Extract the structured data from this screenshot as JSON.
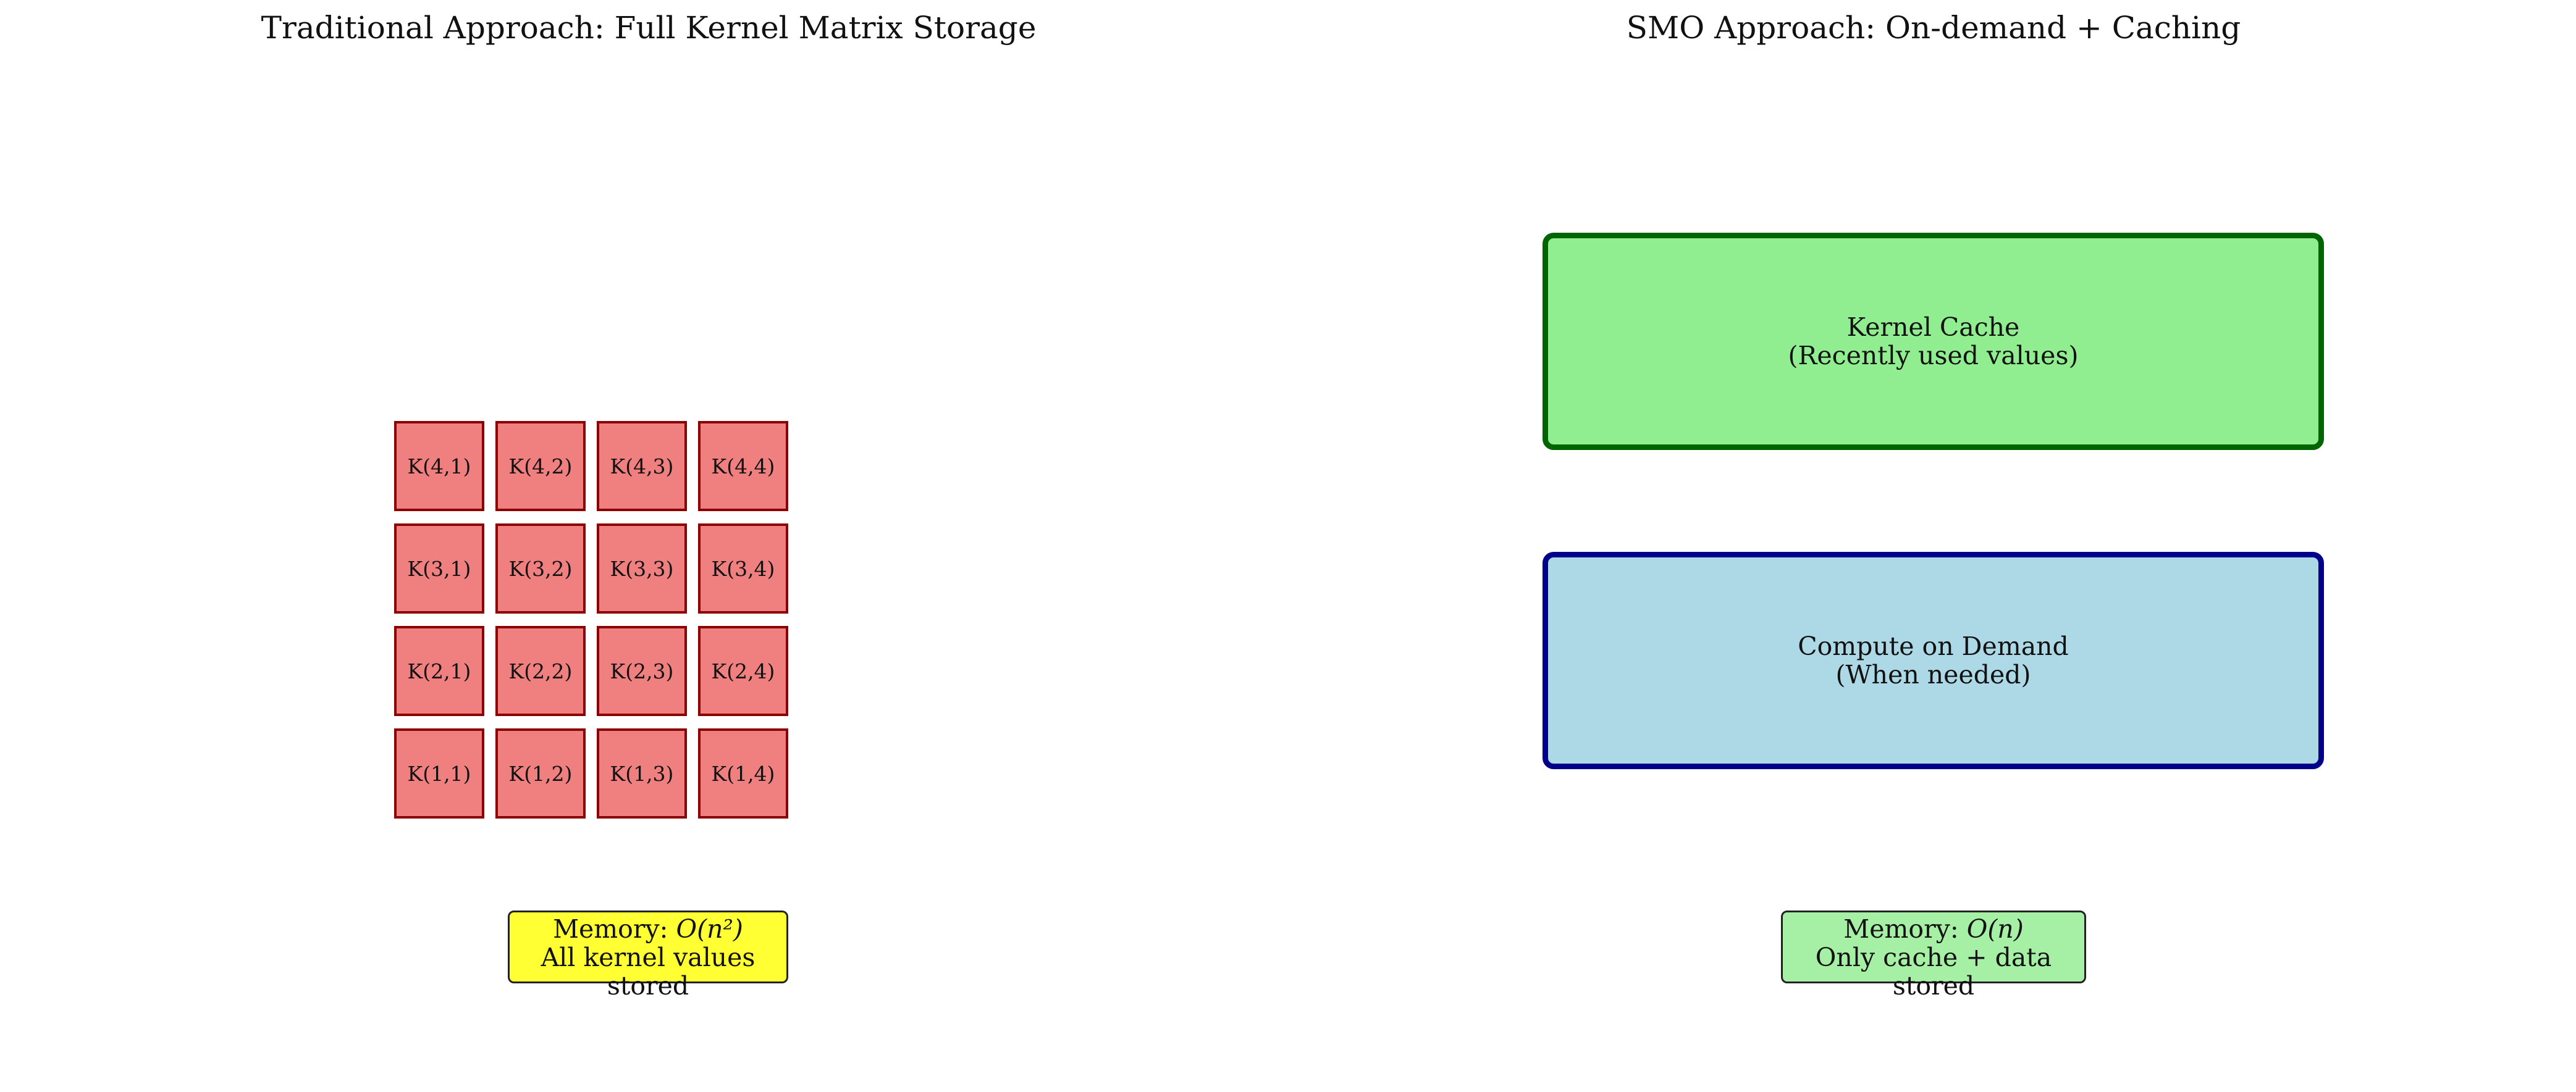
{
  "titles": {
    "left": "Traditional Approach: Full Kernel Matrix Storage",
    "right": "SMO Approach: On-demand + Caching"
  },
  "matrix": {
    "rows": [
      [
        "K(4,1)",
        "K(4,2)",
        "K(4,3)",
        "K(4,4)"
      ],
      [
        "K(3,1)",
        "K(3,2)",
        "K(3,3)",
        "K(3,4)"
      ],
      [
        "K(2,1)",
        "K(2,2)",
        "K(2,3)",
        "K(2,4)"
      ],
      [
        "K(1,1)",
        "K(1,2)",
        "K(1,3)",
        "K(1,4)"
      ]
    ],
    "fill_color": "#f08080",
    "edge_color": "#8b0000"
  },
  "memory_left": {
    "prefix": "Memory: ",
    "complexity": "O(n²)",
    "detail": "All kernel values stored",
    "color": "#ffff33"
  },
  "cache_box": {
    "line1": "Kernel Cache",
    "line2": "(Recently used values)",
    "fill_color": "#90ee90",
    "edge_color": "#006400"
  },
  "compute_box": {
    "line1": "Compute on Demand",
    "line2": "(When needed)",
    "fill_color": "#add8e6",
    "edge_color": "#00008b"
  },
  "memory_right": {
    "prefix": "Memory: ",
    "complexity": "O(n)",
    "detail": "Only cache + data stored",
    "color": "#a6f0a6"
  }
}
